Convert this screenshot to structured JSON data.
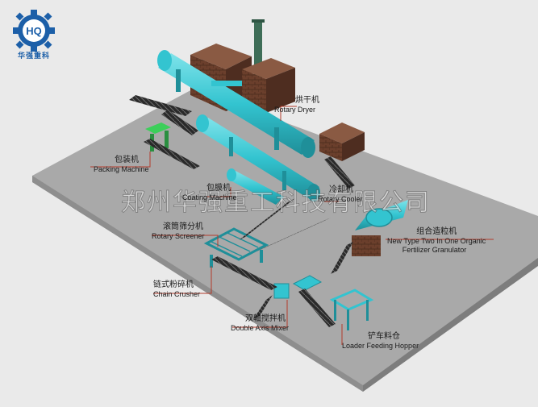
{
  "logo": {
    "monogram": "HQ",
    "name": "华强重科"
  },
  "watermark": "郑州华强重工科技有限公司",
  "labels": {
    "dryer": {
      "zh": "烘干机",
      "en": "Rotary Dryer"
    },
    "packing": {
      "zh": "包装机",
      "en": "Packing Machine"
    },
    "coating": {
      "zh": "包膜机",
      "en": "Coating Machine"
    },
    "cooler": {
      "zh": "冷却机",
      "en": "Rotary Cooler"
    },
    "screener": {
      "zh": "滚筒筛分机",
      "en": "Rotary Screener"
    },
    "granulator": {
      "zh": "组合造粒机",
      "en": "New Type Two In One Organic",
      "en2": "Fertilizer Granulator"
    },
    "crusher": {
      "zh": "链式粉碎机",
      "en": "Chain Crusher"
    },
    "mixer": {
      "zh": "双轴搅拌机",
      "en": "Double Axis Mixer"
    },
    "hopper": {
      "zh": "铲车料仓",
      "en": "Loader Feeding Hopper"
    }
  },
  "colors": {
    "floor": "#a9a9a9",
    "floor_edge": "#8e8e8e",
    "equipment": "#33c4d0",
    "equipment_dark": "#1f8f99",
    "brick": "#6b3f2c",
    "conveyor": "#2a2a2a",
    "leader": "#b33a2a",
    "logo_blue": "#1c5fa8"
  }
}
